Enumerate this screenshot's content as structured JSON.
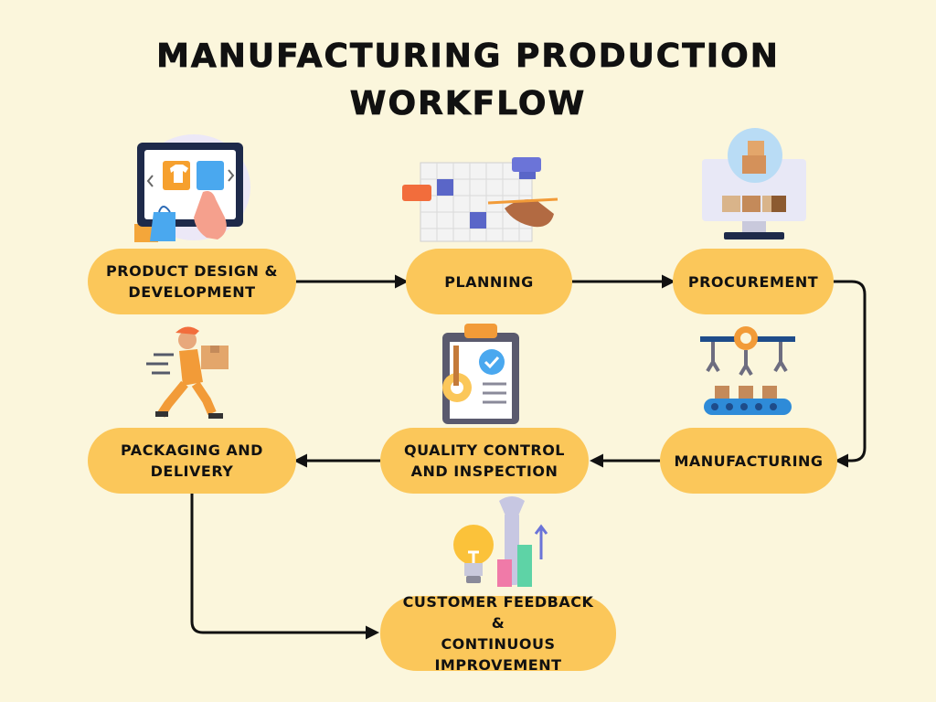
{
  "title": "MANUFACTURING PRODUCTION\nWORKFLOW",
  "colors": {
    "background": "#fbf6dc",
    "node_fill": "#fbc75a",
    "arrow": "#111111",
    "text": "#111111"
  },
  "nodes": [
    {
      "id": "design",
      "label": "PRODUCT DESIGN &\nDEVELOPMENT",
      "icon": "tablet-shopping-icon"
    },
    {
      "id": "planning",
      "label": "PLANNING",
      "icon": "calendar-planning-icon"
    },
    {
      "id": "procurement",
      "label": "PROCUREMENT",
      "icon": "monitor-boxes-icon"
    },
    {
      "id": "manufacturing",
      "label": "MANUFACTURING",
      "icon": "conveyor-robot-icon"
    },
    {
      "id": "quality",
      "label": "QUALITY CONTROL\nAND INSPECTION",
      "icon": "clipboard-check-icon"
    },
    {
      "id": "packaging",
      "label": "PACKAGING AND\nDELIVERY",
      "icon": "delivery-person-icon"
    },
    {
      "id": "feedback",
      "label": "CUSTOMER FEEDBACK &\nCONTINUOUS\nIMPROVEMENT",
      "icon": "lightbulb-tools-icon"
    }
  ],
  "edges": [
    {
      "from": "design",
      "to": "planning"
    },
    {
      "from": "planning",
      "to": "procurement"
    },
    {
      "from": "procurement",
      "to": "manufacturing"
    },
    {
      "from": "manufacturing",
      "to": "quality"
    },
    {
      "from": "quality",
      "to": "packaging"
    },
    {
      "from": "packaging",
      "to": "feedback"
    }
  ]
}
